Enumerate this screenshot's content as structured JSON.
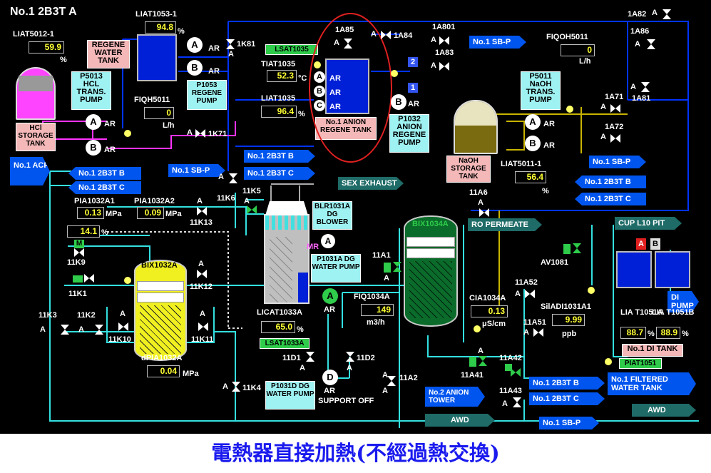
{
  "title": "No.1 2B3T A",
  "caption": "電熱器直接加熱(不經過熱交換)",
  "colors": {
    "background": "#000000",
    "pipe_blue": "#0033ff",
    "pipe_cyan": "#33e0e0",
    "pipe_magenta": "#ff33ff",
    "pipe_olive": "#c8b400",
    "highlight": "#e02020",
    "caption": "#1a1aee"
  },
  "tags": {
    "liat1053": {
      "name": "LIAT1053-1",
      "value": "94.8",
      "unit": "%"
    },
    "liat5012": {
      "name": "LIAT5012-1",
      "value": "59.9",
      "unit": "%"
    },
    "tiat1035": {
      "name": "TIAT1035",
      "value": "52.3",
      "unit": "°C"
    },
    "liat1035": {
      "name": "LIAT1035",
      "value": "96.4",
      "unit": "%"
    },
    "fiqh5011": {
      "name": "FIQH5011",
      "value": "0",
      "unit": "L/h"
    },
    "fiqoh5011": {
      "name": "FIQOH5011",
      "value": "0",
      "unit": "L/h"
    },
    "liat5011": {
      "name": "LIAT5011-1",
      "value": "56.4",
      "unit": "%"
    },
    "pia1032a1": {
      "name": "PIA1032A1",
      "value": "0.13",
      "unit": "MPa"
    },
    "pia1032a2": {
      "name": "PIA1032A2",
      "value": "0.09",
      "unit": "MPa"
    },
    "level_141": {
      "value": "14.1",
      "unit": "%"
    },
    "licat1033a": {
      "name": "LICAT1033A",
      "value": "65.0",
      "unit": "%"
    },
    "fiq1034a": {
      "name": "FIQ1034A",
      "value": "149",
      "unit": "m3/h"
    },
    "cia1034a": {
      "name": "CIA1034A",
      "value": "0.13",
      "unit": "μS/cm"
    },
    "siladi1031a1": {
      "name": "SilADI1031A1",
      "value": "9.99",
      "unit": "ppb"
    },
    "dpia1032a": {
      "name": "dPIA1032A",
      "value": "0.04",
      "unit": "MPa"
    },
    "lia1051a": {
      "name": "LIA T1051A",
      "value": "88.7",
      "unit": "%"
    },
    "lia1051b": {
      "name": "LIA T1051B",
      "value": "88.9",
      "unit": "%"
    }
  },
  "equipment": {
    "regene_water_tank": "REGENE WATER TANK",
    "p5013": "P5013 HCL TRANS. PUMP",
    "p1053": "P1053 REGENE PUMP",
    "hcl_storage": "HCl STORAGE TANK",
    "anion_regene_tank": "No.1 ANION REGENE TANK",
    "p1032": "P1032 ANION REGENE PUMP",
    "p5011": "P5011 NaOH TRANS. PUMP",
    "naoh_storage": "NaOH STORAGE TANK",
    "blr1031a": "BLR1031A DG BLOWER",
    "p1031a": "P1031A DG WATER PUMP",
    "p1031d": "P1031D DG WATER PUMP",
    "bix1032a": "BIX1032A",
    "bix1034a": "BIX1034A",
    "di_tank": "No.1 DI TANK",
    "filtered_tank": "No.1 FILTERED WATER TANK",
    "di_pump": "DI PUMP",
    "support_off": "SUPPORT OFF",
    "av1081": "AV1081",
    "mr": "MR"
  },
  "green_tags": {
    "lsat1035": "LSAT1035",
    "lsat1033a": "LSAT1033A",
    "piat1051": "PIAT1051"
  },
  "arrows": {
    "sb_p_top": "No.1 SB-P",
    "sb_p_mid": "No.1 SB-P",
    "sb_p_right": "No.1 SB-P",
    "sb_p_bottom": "No.1 SB-P",
    "acf": "No.1 ACF",
    "b_left1": "No.1 2B3T B",
    "c_left1": "No.1 2B3T C",
    "b_mid": "No.1 2B3T B",
    "c_mid": "No.1 2B3T C",
    "b_right": "No.1 2B3T B",
    "c_right": "No.1 2B3T C",
    "b_bottom": "No.1 2B3T B",
    "c_bottom": "No.1 2B3T C",
    "sex_exhaust": "SEX EXHAUST",
    "ro_permeate": "RO PERMEATE",
    "cup_l10": "CUP L10 PIT",
    "anion_tower": "No.2 ANION TOWER",
    "awd_1": "AWD",
    "awd_2": "AWD"
  },
  "valves": {
    "k81": "1K81",
    "k71": "1K71",
    "a85": "1A85",
    "a84": "1A84",
    "a801": "1A801",
    "a83": "1A83",
    "a82": "1A82",
    "a86": "1A86",
    "a81": "1A81",
    "a71": "1A71",
    "a72": "1A72",
    "k5": "11K5",
    "k6": "11K6",
    "k13": "11K13",
    "k9": "11K9",
    "k1": "11K1",
    "k12": "11K12",
    "k3": "11K3",
    "k2": "11K2",
    "k10": "11K10",
    "k11": "11K11",
    "k4": "11K4",
    "a6": "11A6",
    "a1": "11A1",
    "a52": "11A52",
    "a51": "11A51",
    "d1": "11D1",
    "d2": "11D2",
    "a2": "11A2",
    "a41": "11A41",
    "a42": "11A42",
    "a43": "11A43"
  },
  "letters": {
    "a": "A",
    "b": "B",
    "c": "C",
    "d": "D",
    "m": "M",
    "ar": "AR",
    "n1": "1",
    "n2": "2"
  }
}
